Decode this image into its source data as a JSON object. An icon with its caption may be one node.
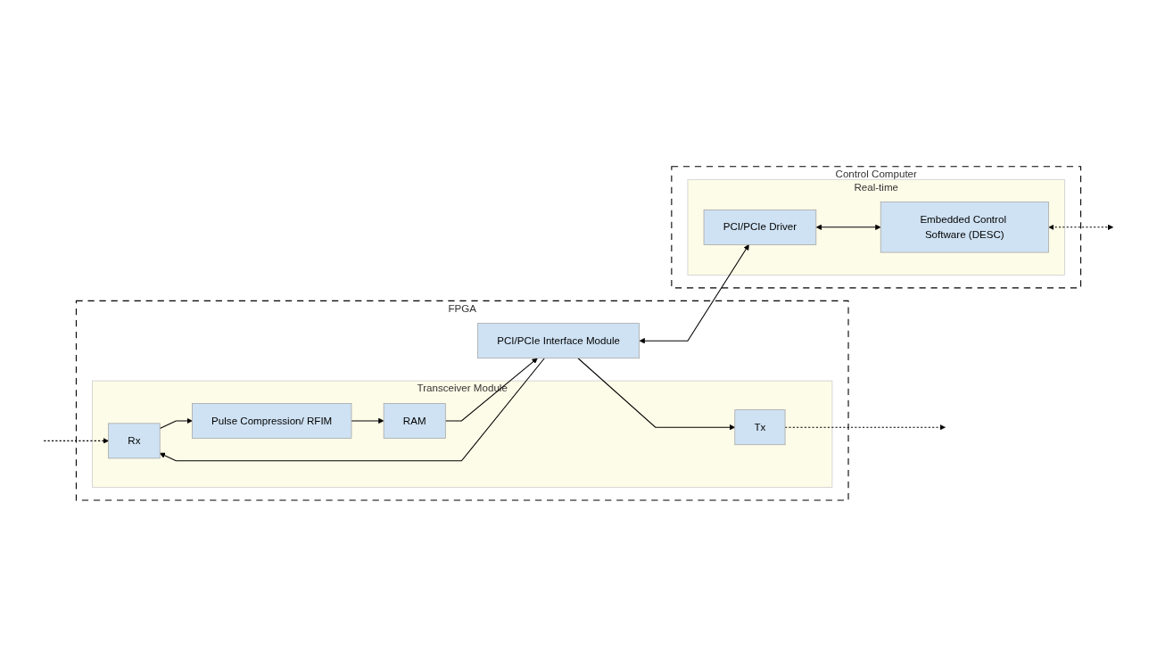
{
  "diagram": {
    "nodes": [
      {
        "text": [
          "FPGA"
        ]
      },
      {
        "text": [
          "Transceiver Module"
        ],
        "in": 0
      },
      {
        "text": [
          "Tx"
        ],
        "in": 1
      },
      {
        "text": [
          "Rx"
        ],
        "in": 1
      },
      {
        "text": [
          "Pulse Compression/ RFIM"
        ],
        "in": 1
      },
      {
        "text": [
          "RAM"
        ],
        "in": 1
      },
      {
        "text": [
          "PCI/PCIe Interface Module"
        ],
        "in": 0
      },
      {
        "text": [
          "Control Computer"
        ]
      },
      {
        "text": [
          "Real-time"
        ],
        "in": 7
      },
      {
        "text": [
          "PCI/PCIe Driver"
        ],
        "in": 8
      },
      {
        "text": [
          "Embedded Control Software (DESC)"
        ],
        "in": 8
      }
    ],
    "edges": [
      {
        "from": 6,
        "to": 2,
        "arrow": "to"
      },
      {
        "from": 6,
        "to": 3,
        "arrow": "to"
      },
      {
        "from": 2,
        "to": null,
        "arrow": "to",
        "style": "dashed"
      },
      {
        "from": null,
        "to": 3,
        "arrow": "to",
        "style": "dashed"
      },
      {
        "from": 3,
        "to": 4,
        "arrow": "to"
      },
      {
        "from": 4,
        "to": 5,
        "arrow": "to"
      },
      {
        "from": 5,
        "to": 6,
        "arrow": "to"
      },
      {
        "from": 6,
        "to": 9,
        "arrow": "both"
      },
      {
        "from": 9,
        "to": 10,
        "arrow": "both"
      },
      {
        "from": 10,
        "to": null,
        "arrow": "both",
        "style": "dashed"
      }
    ]
  }
}
